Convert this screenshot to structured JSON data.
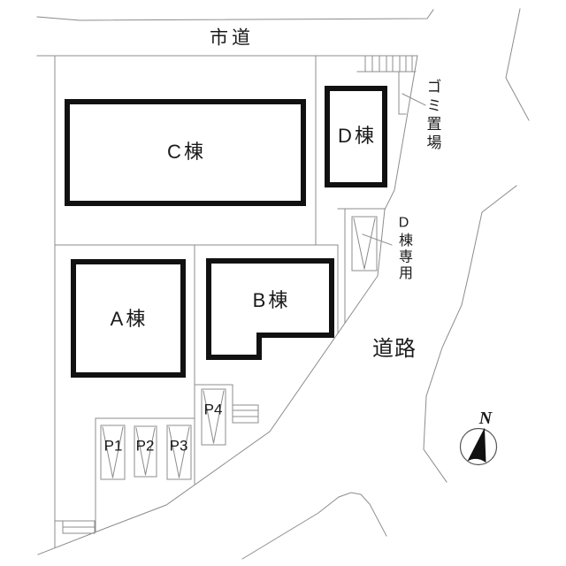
{
  "colors": {
    "outline": "#111111",
    "boundary": "#8c8c8c",
    "text": "#1a1a1a",
    "background": "#ffffff"
  },
  "roads": {
    "top": "市道",
    "east": "道路"
  },
  "buildings": [
    {
      "id": "A",
      "label": "A棟"
    },
    {
      "id": "B",
      "label": "B棟"
    },
    {
      "id": "C",
      "label": "C棟"
    },
    {
      "id": "D",
      "label": "D棟"
    }
  ],
  "parking": {
    "spaces": [
      "P1",
      "P2",
      "P3",
      "P4"
    ],
    "reserved": "D棟専用"
  },
  "facilities": {
    "garbage": "ゴミ置場"
  },
  "compass": {
    "north": "N"
  }
}
